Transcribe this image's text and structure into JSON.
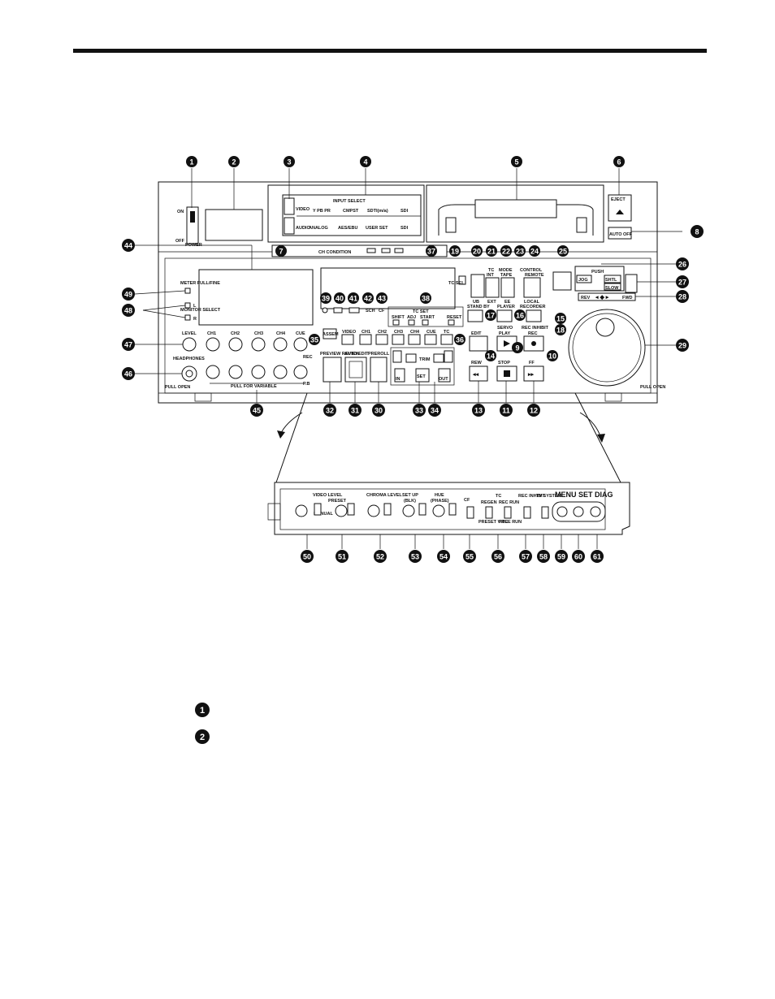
{
  "panel": {
    "input_select": {
      "title": "INPUT SELECT",
      "video_tag": "VIDEO",
      "audio_tag": "AUDIO",
      "video_options": [
        "Y PB PR",
        "CMPST",
        "SDTI(m/a)",
        "SDI"
      ],
      "audio_options": [
        "ANALOG",
        "AES/EBU",
        "USER SET",
        "SDI"
      ]
    },
    "eject_label": "EJECT",
    "auto_off_label": "AUTO OFF",
    "power": {
      "on": "ON",
      "off": "OFF",
      "label": "POWER"
    },
    "ch_condition": "CH CONDITION",
    "meter_full_fine": "METER FULL/FINE",
    "monitor_select": {
      "title": "MONITOR SELECT",
      "l": "L",
      "r": "R"
    },
    "level": "LEVEL",
    "headphones": "HEADPHONES",
    "pull_open_left": "PULL OPEN",
    "audio_channels": [
      "CH1",
      "CH2",
      "CH3",
      "CH4",
      "CUE"
    ],
    "rec_label": "REC",
    "pb_label": "P.B",
    "pull_for_variable": "PULL FOR VARIABLE",
    "tc_set": {
      "title": "TC SET",
      "items": [
        "SHIFT",
        "ADJ",
        "START"
      ],
      "reset": "RESET"
    },
    "status_labels": [
      "SCH",
      "CF"
    ],
    "assemble": "ASSEM",
    "edit_channels": [
      "VIDEO",
      "CH1",
      "CH2",
      "CH3",
      "CH4",
      "CUE",
      "TC"
    ],
    "trim": "TRIM",
    "trim_in": "IN",
    "trim_out": "OUT",
    "set_label": "SET",
    "preview_review": "PREVIEW REVIEW",
    "auto_edit": "AUTO EDIT",
    "preroll": "PREROLL",
    "tc_area": {
      "tc_sel": "TC SEL",
      "tc_label": "TC",
      "ub": "UB",
      "int": "INT",
      "ext": "EXT",
      "mode": "MODE",
      "tape": "TAPE",
      "ee": "EE",
      "control": "CONTROL",
      "remote": "REMOTE",
      "local": "LOCAL"
    },
    "jog_shuttle": {
      "push": "PUSH",
      "jog": "JOG",
      "shtl": "SHTL",
      "slow": "SLOW",
      "rev": "REV",
      "fwd": "FWD"
    },
    "standby": "STAND BY",
    "player": "PLAYER",
    "recorder": "RECORDER",
    "servo": "SERVO",
    "rec_inhibit": "REC INHIBIT",
    "transport": {
      "edit": "EDIT",
      "play": "PLAY",
      "rec": "REC",
      "rew": "REW",
      "stop": "STOP",
      "ff": "FF"
    },
    "pull_open_right": "PULL OPEN"
  },
  "sub_panel": {
    "video_level": "VIDEO LEVEL",
    "chroma_level": "CHROMA LEVEL",
    "set_up": "SET UP",
    "blk": "(BLK)",
    "hue": "HUE",
    "phase": "(PHASE)",
    "preset": "PRESET",
    "manual": "MANUAL",
    "cf": "CF",
    "tc": "TC",
    "regen": "REGEN",
    "rec_run": "REC RUN",
    "preset_vitc": "PRESET VITC",
    "free_run": "FREE RUN",
    "rec_inhibit": "REC INHIBIT",
    "tv_system": "TV SYSTEM",
    "menu_set_diag": "MENU  SET  DIAG"
  },
  "callouts_top": [
    "1",
    "2",
    "3",
    "4",
    "5",
    "6"
  ],
  "callouts_bottom": [
    "32",
    "31",
    "30",
    "33",
    "34",
    "13",
    "11",
    "12"
  ],
  "callouts_sub": [
    "50",
    "51",
    "52",
    "53",
    "54",
    "55",
    "56",
    "57",
    "58",
    "59",
    "60",
    "61"
  ],
  "callouts_left": [
    "44",
    "49",
    "48",
    "47",
    "46",
    "45"
  ],
  "callouts_right": [
    "8",
    "26",
    "27",
    "28",
    "29"
  ],
  "callouts_inner": [
    "7",
    "37",
    "19",
    "20",
    "21",
    "22",
    "23",
    "24",
    "25",
    "39",
    "40",
    "41",
    "42",
    "43",
    "38",
    "35",
    "36",
    "17",
    "16",
    "15",
    "18",
    "14",
    "9",
    "10"
  ],
  "legend": [
    "1",
    "2"
  ]
}
